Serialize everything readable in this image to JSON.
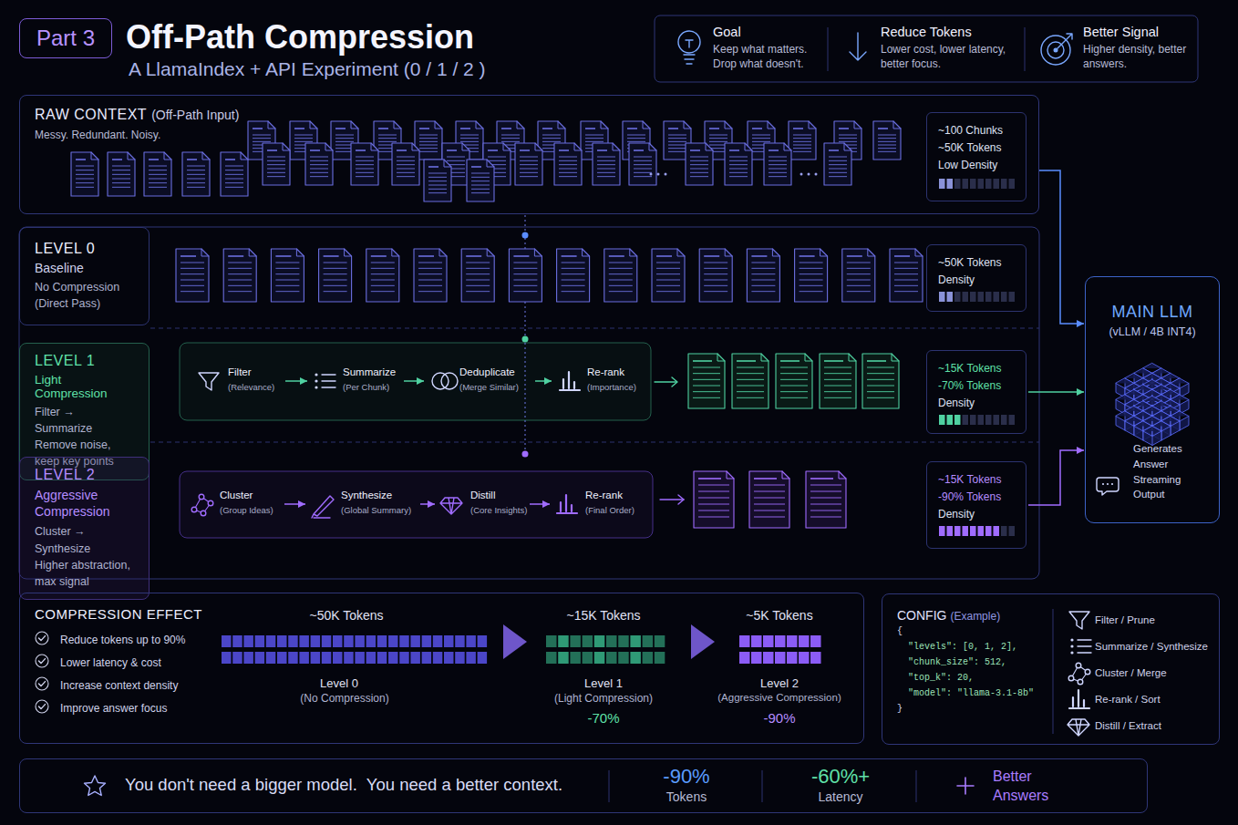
{
  "diagram": {
    "title": "Off-Path Compression",
    "nodes": [
      {
        "text": [
          "Part 3"
        ]
      },
      {
        "text": [
          "Goal",
          "Keep what matters. Drop what doesn't."
        ]
      },
      {
        "text": [
          "Reduce Tokens",
          "Lower cost, lower latency, better focus."
        ]
      },
      {
        "text": [
          "Better Signal",
          "Higher density, better answers."
        ]
      },
      {
        "text": [
          "RAW CONTEXT",
          "(Off-Path Input)",
          "Messy. Redundant. Noisy."
        ]
      },
      {
        "text": [
          "~100 Chunks",
          "~50K Tokens",
          "Low Density"
        ],
        "in": 4
      },
      {
        "text": [
          "LEVEL 0",
          "Baseline",
          "No Compression (Direct Pass)"
        ]
      },
      {
        "text": [
          "~50K Tokens",
          "Density"
        ]
      },
      {
        "text": [
          "LEVEL 1",
          "Light Compression",
          "Filter → Summarize",
          "Remove noise, keep key points"
        ]
      },
      {
        "text": [
          "Filter",
          "(Relevance)"
        ]
      },
      {
        "text": [
          "Summarize",
          "(Per Chunk)"
        ]
      },
      {
        "text": [
          "Deduplicate",
          "(Merge Similar)"
        ]
      },
      {
        "text": [
          "Re-rank",
          "(Importance)"
        ]
      },
      {
        "text": [
          "~15K Tokens",
          "-70% Tokens",
          "Density"
        ]
      },
      {
        "text": [
          "LEVEL 2",
          "Aggressive Compression",
          "Cluster → Synthesize",
          "Higher abstraction, max signal"
        ]
      },
      {
        "text": [
          "Cluster",
          "(Group Ideas)"
        ]
      },
      {
        "text": [
          "Synthesize",
          "(Global Summary)"
        ]
      },
      {
        "text": [
          "Distill",
          "(Core Insights)"
        ]
      },
      {
        "text": [
          "Re-rank",
          "(Final Order)"
        ]
      },
      {
        "text": [
          "~15K Tokens",
          "-90% Tokens",
          "Density"
        ]
      },
      {
        "text": [
          "MAIN LLM",
          "(vLLM / 4B INT4)",
          "Generates Answer Streaming Output"
        ]
      },
      {
        "text": [
          "COMPRESSION EFFECT",
          "Reduce tokens up to 90%",
          "Lower latency & cost",
          "Increase context density",
          "Improve answer focus"
        ]
      },
      {
        "text": [
          "CONFIG",
          "(Example)",
          "{",
          "\"levels\": [0, 1, 2],",
          "\"chunk_size\": 512,",
          "\"top_k\": 20,",
          "\"model\": \"llama-3.1-8b\"",
          "}"
        ]
      },
      {
        "text": [
          "You don't need a bigger model.  You need a better context.",
          "-90%",
          "Tokens",
          "-60%+",
          "Latency",
          "Better Answers"
        ]
      }
    ],
    "edges": [
      {
        "from": 9,
        "to": 10,
        "arrow": "to"
      },
      {
        "from": 10,
        "to": 11,
        "arrow": "to"
      },
      {
        "from": 11,
        "to": 12,
        "arrow": "to"
      },
      {
        "from": 15,
        "to": 16,
        "arrow": "to"
      },
      {
        "from": 16,
        "to": 17,
        "arrow": "to"
      },
      {
        "from": 17,
        "to": 18,
        "arrow": "to"
      },
      {
        "from": 4,
        "to": 20,
        "arrow": "to"
      },
      {
        "from": 13,
        "to": 20,
        "arrow": "to"
      },
      {
        "from": 19,
        "to": 20,
        "arrow": "to"
      }
    ],
    "labels": [
      "A LlamaIndex + API Experiment (0 / 1 / 2 )",
      "~50K Tokens",
      "Level 0",
      "(No Compression)",
      "~15K Tokens",
      "Level 1",
      "(Light Compression)",
      "-70%",
      "~5K Tokens",
      "Level 2",
      "(Aggressive Compression)",
      "-90%"
    ],
    "legend": [
      {
        "text": "Filter / Prune"
      },
      {
        "text": "Summarize / Synthesize"
      },
      {
        "text": "Cluster / Merge"
      },
      {
        "text": "Re-rank / Sort"
      },
      {
        "text": "Distill / Extract"
      }
    ]
  }
}
